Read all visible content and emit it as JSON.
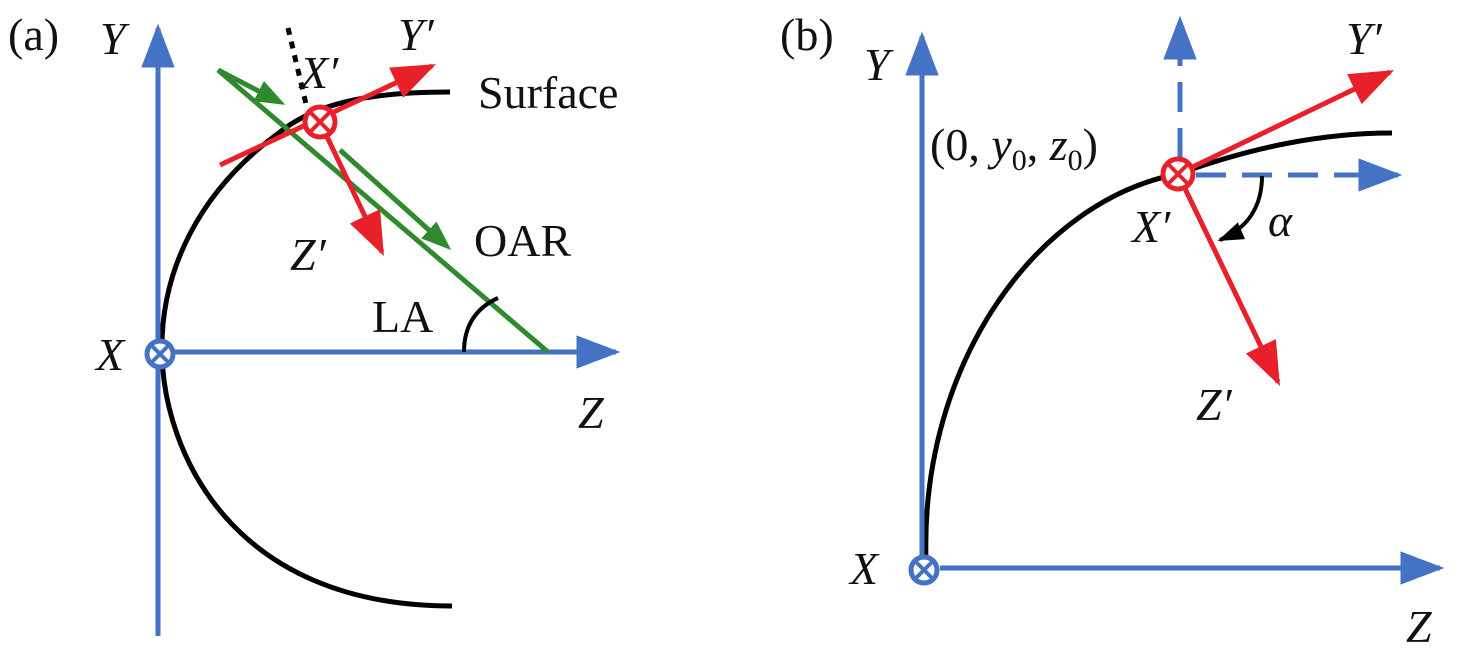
{
  "colors": {
    "axis": "#4472c4",
    "local_frame": "#e8202a",
    "oar": "#2f8a2f",
    "surface": "#000000"
  },
  "panel_a": {
    "tag": "(a)",
    "axis_y": "Y",
    "axis_z": "Z",
    "axis_x": "X",
    "local_x": "X′",
    "local_y": "Y′",
    "local_z": "Z′",
    "surface": "Surface",
    "oar": "OAR",
    "angle": "LA"
  },
  "panel_b": {
    "tag": "(b)",
    "axis_y": "Y",
    "axis_z": "Z",
    "axis_x": "X",
    "local_x": "X′",
    "local_y": "Y′",
    "local_z": "Z′",
    "point_open": "(0, ",
    "point_y": "y",
    "point_y_sub": "0",
    "point_sep": ", ",
    "point_z": "z",
    "point_z_sub": "0",
    "point_close": ")",
    "angle": "α"
  }
}
